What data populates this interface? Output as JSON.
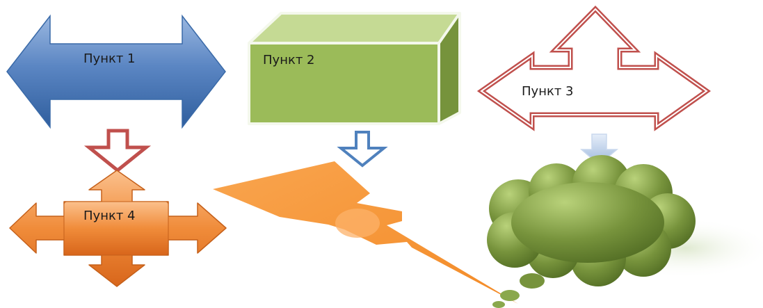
{
  "labels": {
    "item1": "Пункт 1",
    "item2": "Пункт 2",
    "item3": "Пункт 3",
    "item4": "Пункт 4"
  },
  "colors": {
    "blue_arrow": "#4f81bd",
    "green_box": "#9bbb59",
    "red_outline": "#c0504d",
    "orange": "#f79646",
    "dark_orange": "#e36c09",
    "cloud_green": "#77933c",
    "light_blue": "#b9cde5"
  },
  "icons": {
    "item1": "left-right-arrow-icon",
    "item2": "cube-icon",
    "item3": "up-left-right-arrow-icon",
    "item4": "quad-arrow-icon",
    "lightning": "lightning-bolt-icon",
    "cloud": "cloud-callout-icon",
    "connector": "down-arrow-icon"
  }
}
